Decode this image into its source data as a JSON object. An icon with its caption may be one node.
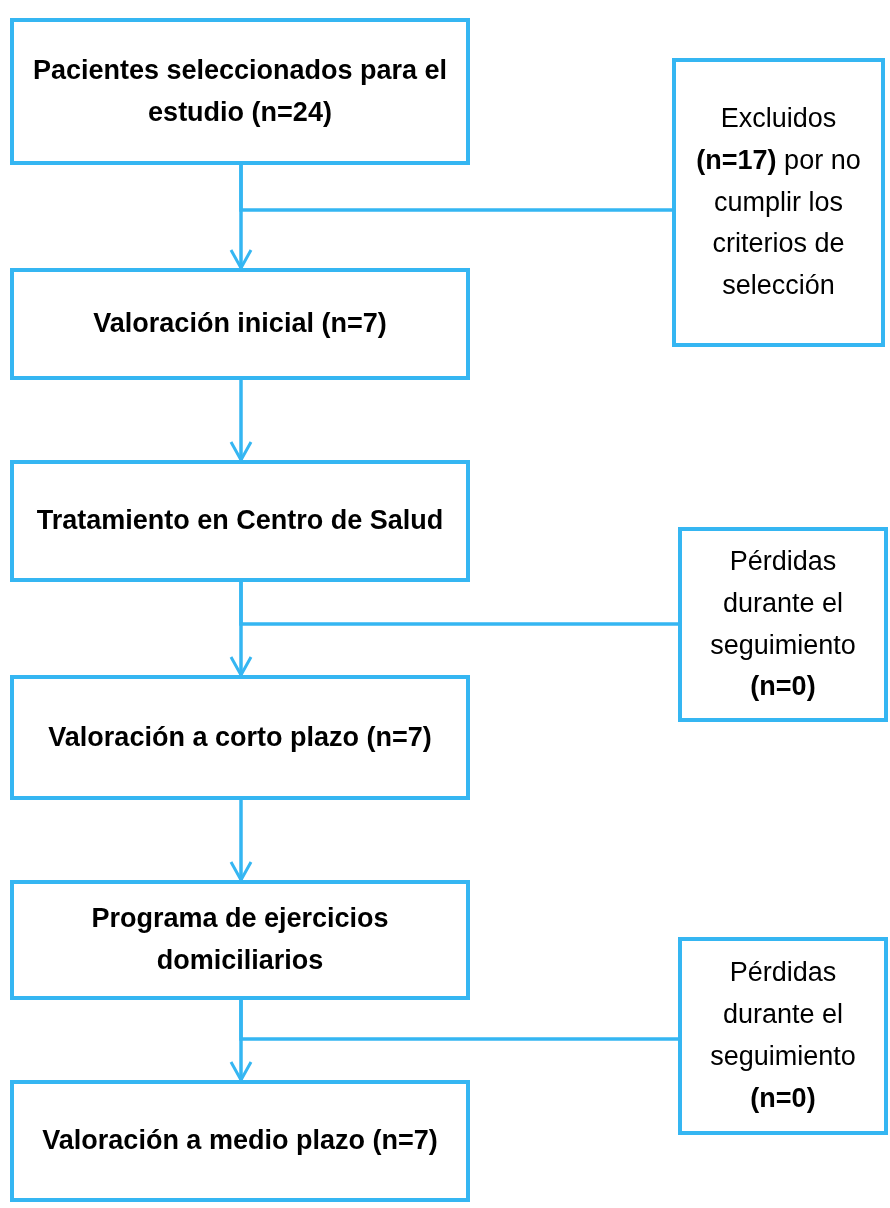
{
  "diagram": {
    "nodes": [
      {
        "text": [
          "**Pacientes seleccionados** para el estudio **(n=24)**"
        ]
      },
      {
        "text": [
          "Excluidos **(n=17)** por no cumplir los criterios de selección"
        ]
      },
      {
        "text": [
          "Valoración inicial (n=7)"
        ]
      },
      {
        "text": [
          "Tratamiento en Centro de Salud"
        ]
      },
      {
        "text": [
          "Pérdidas durante el seguimiento **(n=0)**"
        ]
      },
      {
        "text": [
          "Valoración a corto plazo (n=7)"
        ]
      },
      {
        "text": [
          "Programa de ejercicios domiciliarios"
        ]
      },
      {
        "text": [
          "Pérdidas durante el seguimiento **(n=0)**"
        ]
      },
      {
        "text": [
          "Valoración a medio plazo (n=7)"
        ]
      }
    ],
    "edges": [
      {
        "from": 0,
        "to": 2,
        "arrow": "to"
      },
      {
        "from": 0,
        "to": 1,
        "arrow": "none"
      },
      {
        "from": 2,
        "to": 3,
        "arrow": "to"
      },
      {
        "from": 3,
        "to": 5,
        "arrow": "to"
      },
      {
        "from": 3,
        "to": 4,
        "arrow": "none"
      },
      {
        "from": 5,
        "to": 6,
        "arrow": "to"
      },
      {
        "from": 6,
        "to": 8,
        "arrow": "to"
      },
      {
        "from": 6,
        "to": 7,
        "arrow": "none"
      }
    ]
  }
}
